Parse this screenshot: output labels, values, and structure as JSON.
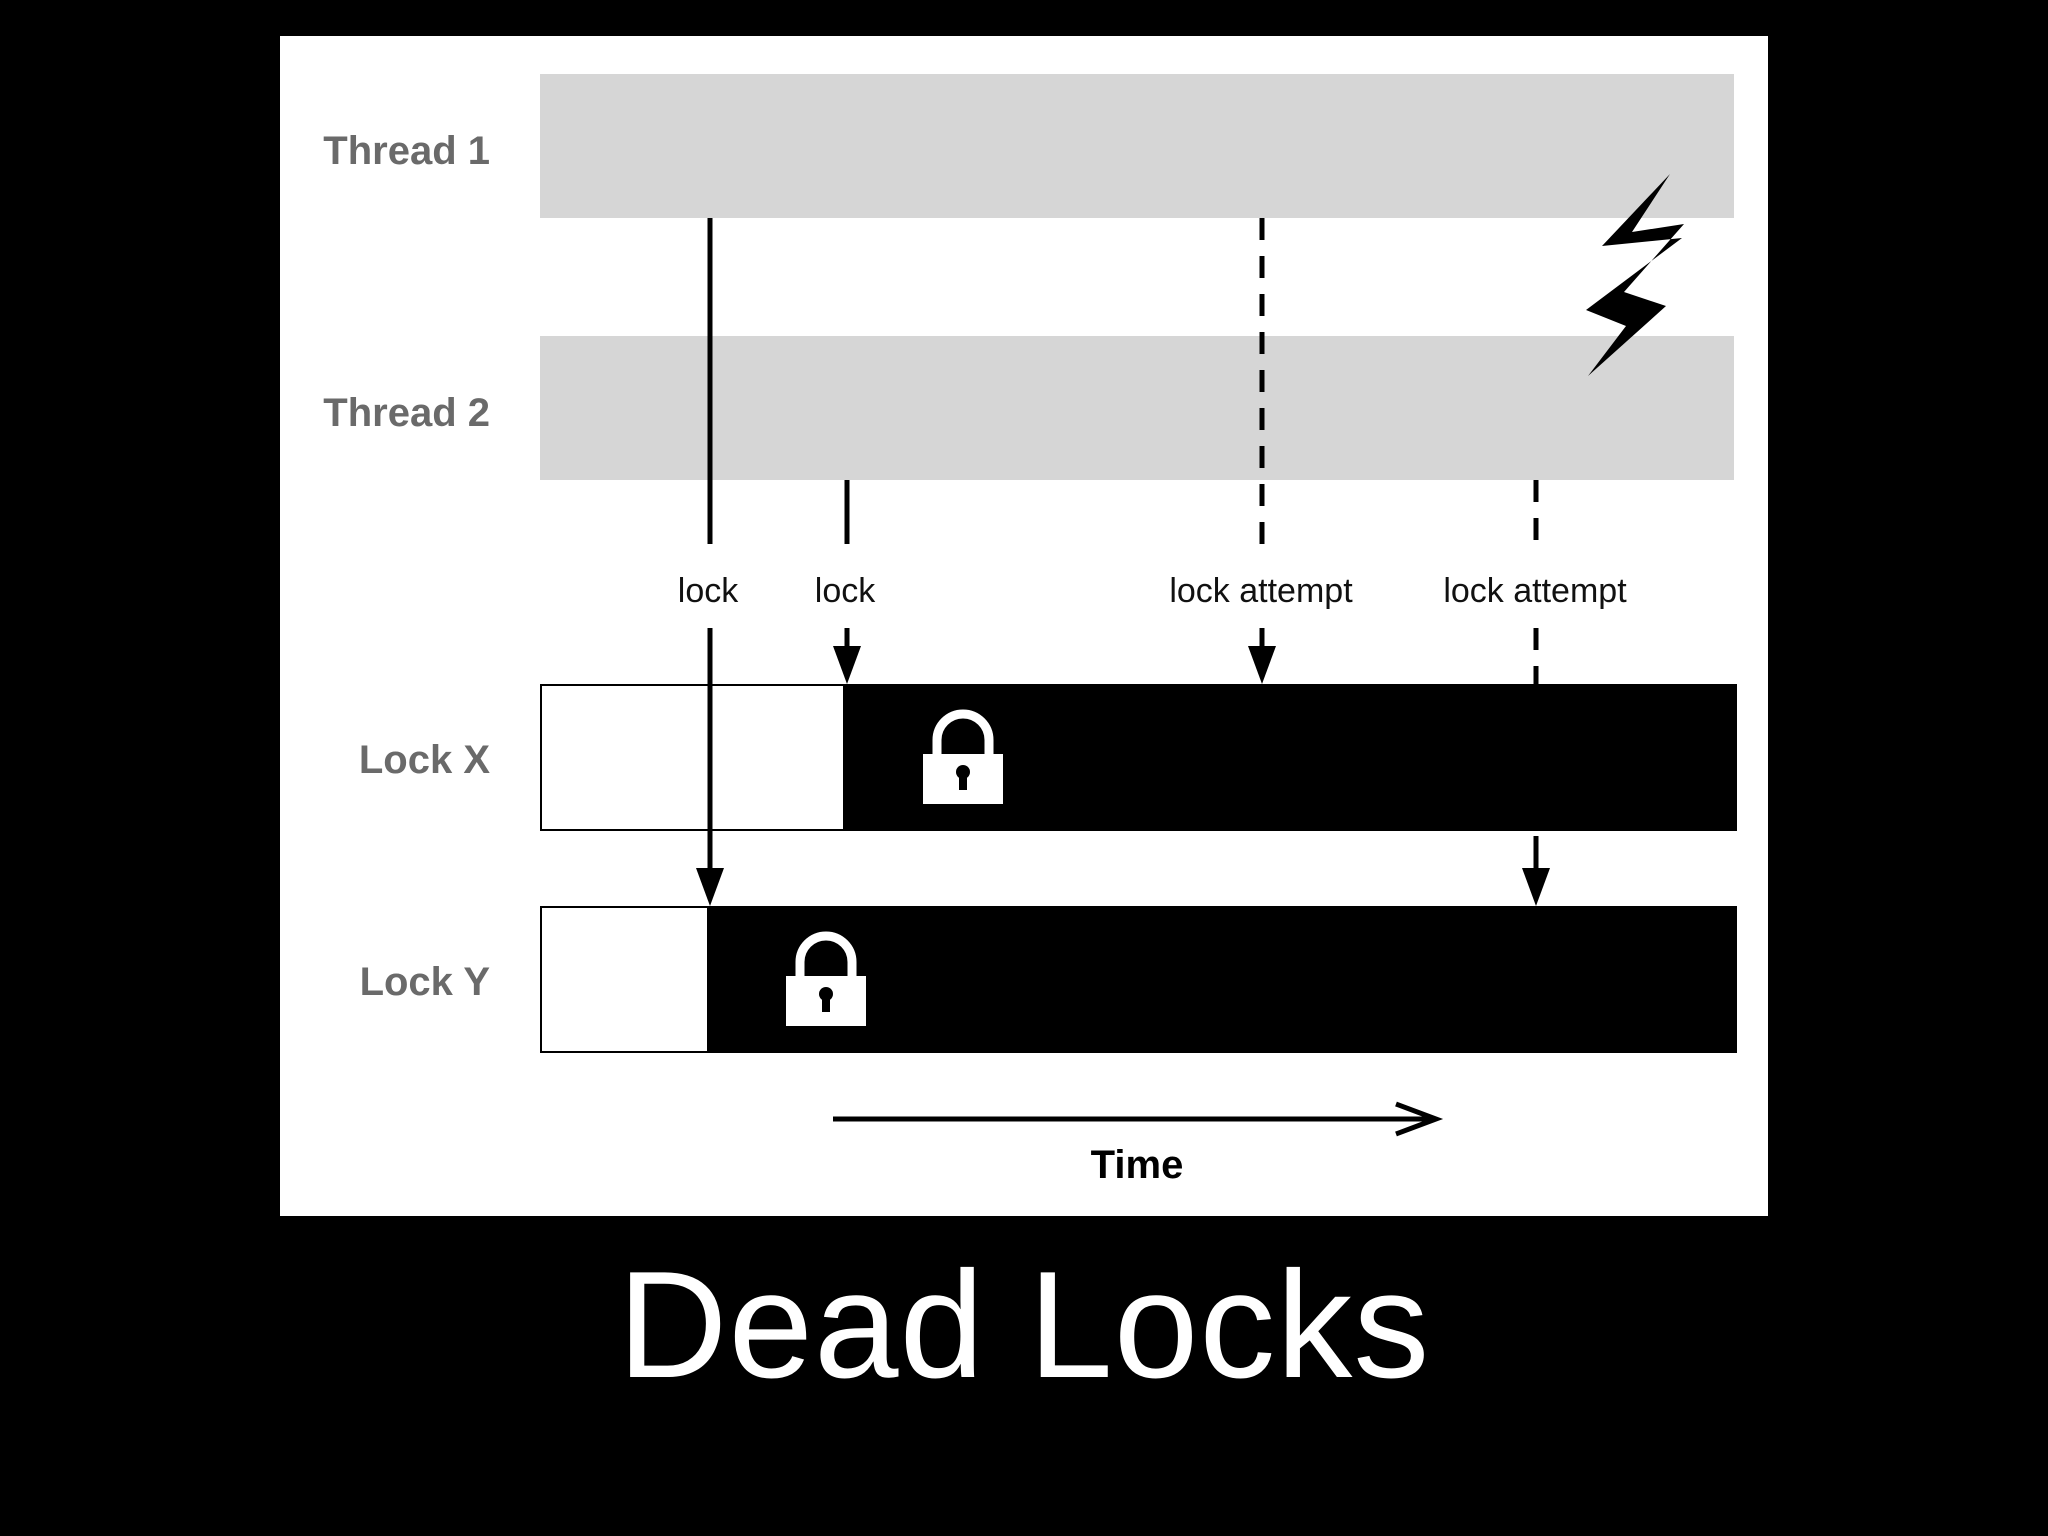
{
  "title": "Dead Locks",
  "diagram": {
    "threads": [
      {
        "label": "Thread 1"
      },
      {
        "label": "Thread 2"
      }
    ],
    "locks": [
      {
        "label": "Lock X"
      },
      {
        "label": "Lock Y"
      }
    ],
    "events": [
      {
        "label": "lock",
        "from": "Thread 1",
        "to": "Lock Y",
        "style": "solid"
      },
      {
        "label": "lock",
        "from": "Thread 2",
        "to": "Lock X",
        "style": "solid"
      },
      {
        "label": "lock attempt",
        "from": "Thread 1",
        "to": "Lock X",
        "style": "dashed"
      },
      {
        "label": "lock attempt",
        "from": "Thread 2",
        "to": "Lock Y",
        "style": "dashed"
      }
    ],
    "time_label": "Time",
    "icons": [
      "padlock-icon",
      "lightning-bolt-icon",
      "time-arrow-icon"
    ],
    "colors": {
      "background": "#000000",
      "panel": "#ffffff",
      "thread_band": "#d6d6d6",
      "lock_held": "#000000",
      "row_label": "#6a6a6a"
    }
  }
}
